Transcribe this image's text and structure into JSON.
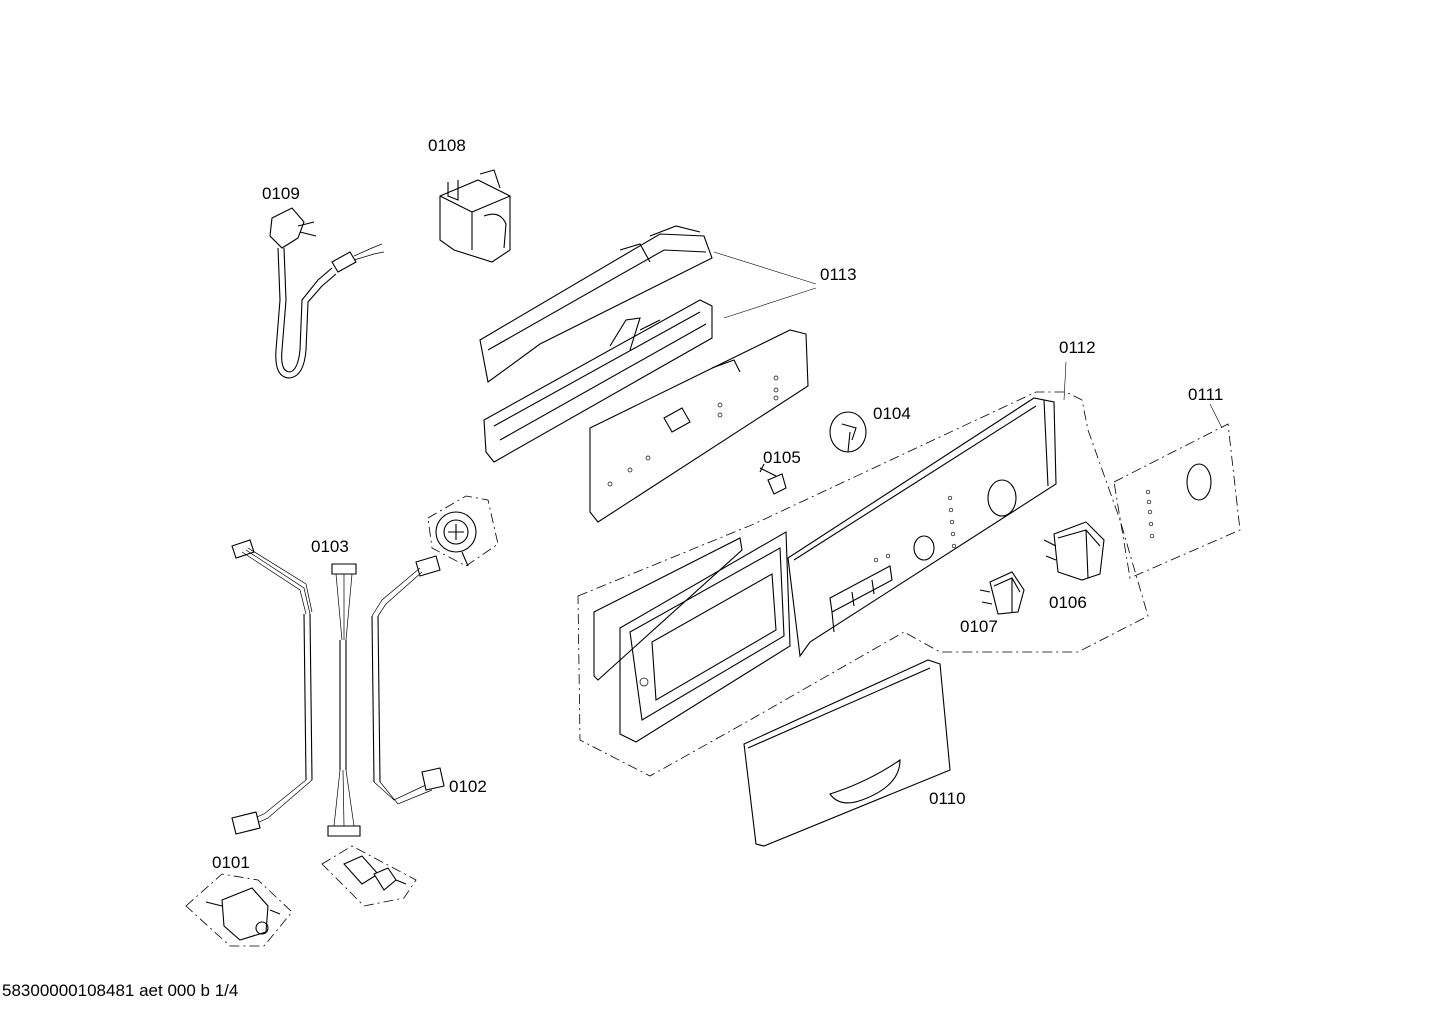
{
  "labels": {
    "p0101": "0101",
    "p0102": "0102",
    "p0103": "0103",
    "p0104": "0104",
    "p0105": "0105",
    "p0106": "0106",
    "p0107": "0107",
    "p0108": "0108",
    "p0109": "0109",
    "p0110": "0110",
    "p0111": "0111",
    "p0112": "0112",
    "p0113": "0113"
  },
  "footer": "58300000108481 aet 000 b 1/4"
}
